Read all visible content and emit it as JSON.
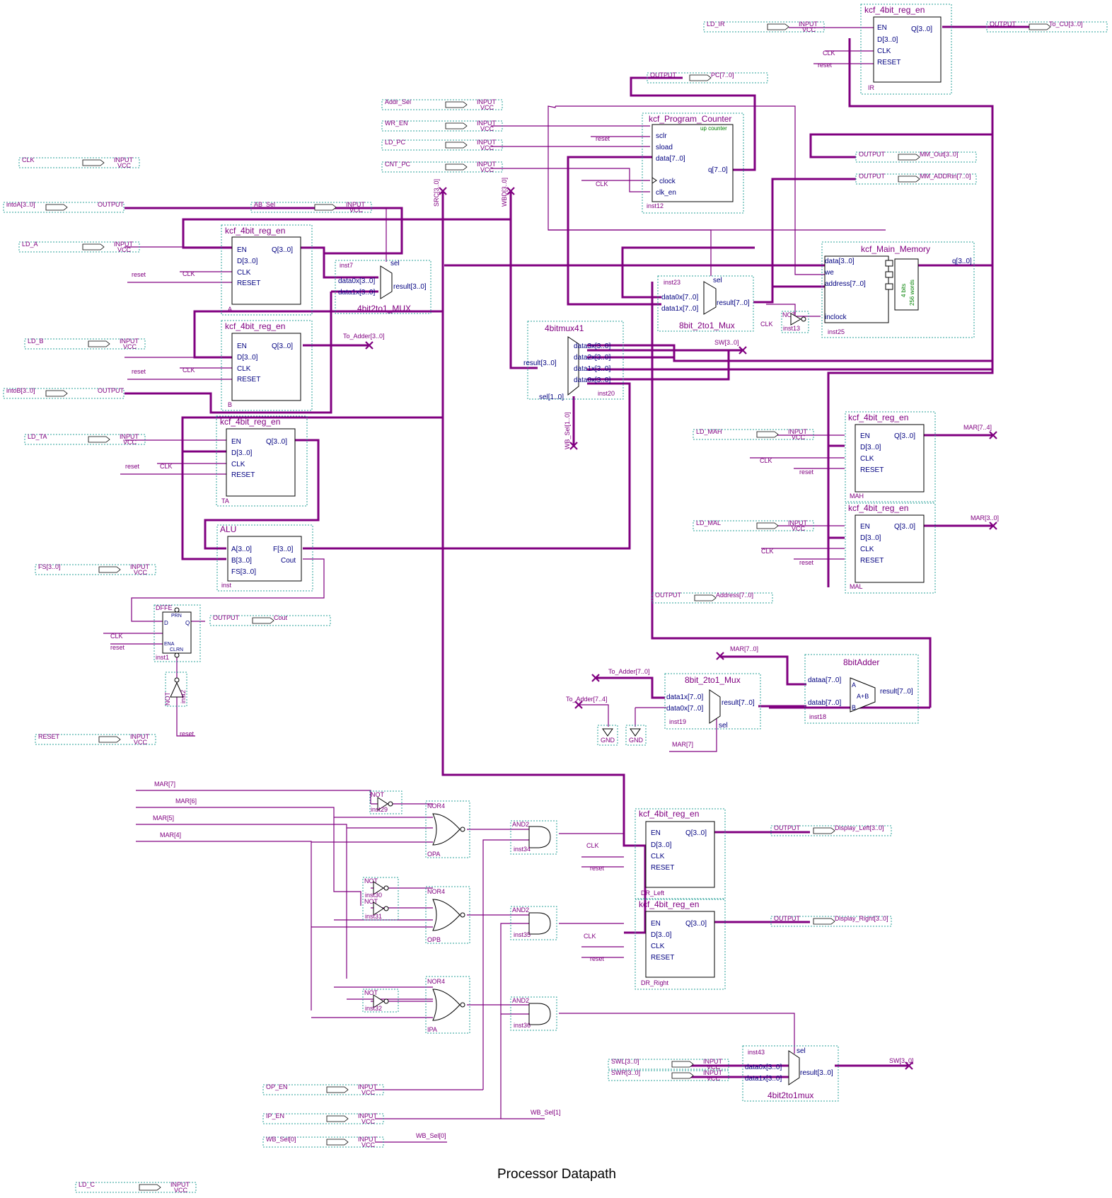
{
  "diagram_title": "Processor Datapath",
  "pin_kind": {
    "input": "INPUT",
    "vcc": "VCC",
    "output": "OUTPUT",
    "gnd": "GND"
  },
  "input_pins": {
    "ld_ir": "LD_IR",
    "addr_sel": "Addr_Sel",
    "wr_en": "WR_EN",
    "ld_pc": "LD_PC",
    "cnt_pc": "CNT_PC",
    "clk": "CLK",
    "ab_sel": "AB_Sel",
    "ld_a": "LD_A",
    "ld_b": "LD_B",
    "ld_ta": "LD_TA",
    "fs": "FS[3..0]",
    "reset": "RESET",
    "ld_mah": "LD_MAH",
    "ld_mal": "LD_MAL",
    "op_en": "OP_EN",
    "ip_en": "IP_EN",
    "wb_sel0": "WB_Sel[0]",
    "swl": "SWL[3..0]",
    "swr": "SWR[3..0]",
    "ld_c": "LD_C"
  },
  "output_pins": {
    "to_cu": "To_CU[3..0]",
    "pc": "PC[7..0]",
    "mm_out": "MM_Out[3..0]",
    "mm_addrin": "MM_ADDRin[7..0]",
    "intoa": "intoA[3..0]",
    "intob": "intoB[3..0]",
    "cout": "Cout",
    "address": "Address[7..0]",
    "display_left": "Display_Left[3..0]",
    "display_right": "Display_Right[3..0]"
  },
  "net_labels": {
    "clk": "CLK",
    "reset": "reset",
    "src": "SRC[3..0]",
    "wbd": "WBD[3..0]",
    "to_adder30": "To_Adder[3..0]",
    "sw30": "SW[3..0]",
    "wb_sel10": "WB_Sel[1..0]",
    "mar74": "MAR[7..4]",
    "mar30": "MAR[3..0]",
    "mar70": "MAR[7..0]",
    "to_adder70": "To_Adder[7..0]",
    "to_adder74": "To_Adder[7..4]",
    "mar7": "MAR[7]",
    "mar6": "MAR[6]",
    "mar5": "MAR[5]",
    "mar4": "MAR[4]",
    "wb_sel1": "WB_Sel[1]",
    "wb_sel0": "WB_Sel[0]"
  },
  "reg": {
    "type": "kcf_4bit_reg_en",
    "ports": {
      "en": "EN",
      "d": "D[3..0]",
      "clk": "CLK",
      "reset": "RESET",
      "q": "Q[3..0]"
    },
    "names": {
      "ir": "IR",
      "a": "A",
      "b": "B",
      "ta": "TA",
      "mah": "MAH",
      "mal": "MAL",
      "drl": "DR_Left",
      "drr": "DR_Right"
    }
  },
  "pc_block": {
    "title": "kcf_Program_Counter",
    "sub": "up counter",
    "sclr": "sclr",
    "sload": "sload",
    "data": "data[7..0]",
    "q": "q[7..0]",
    "clock": "clock",
    "clk_en": "clk_en",
    "inst": "inst12"
  },
  "mem": {
    "title": "kcf_Main_Memory",
    "data": "data[3..0]",
    "we": "we",
    "address": "address[7..0]",
    "inclock": "inclock",
    "q": "q[3..0]",
    "bits": "4 bits",
    "words": "256 words",
    "inst": "inst25"
  },
  "mux4": {
    "title": "4bit2to1_MUX",
    "sel": "sel",
    "d0": "data0x[3..0]",
    "d1": "data1x[3..0]",
    "res": "result[3..0]",
    "inst": "inst7"
  },
  "mux8a": {
    "title": "8bit_2to1_Mux",
    "sel": "sel",
    "d0": "data0x[7..0]",
    "d1": "data1x[7..0]",
    "res": "result[7..0]",
    "inst": "inst23"
  },
  "mux41": {
    "title": "4bitmux41",
    "d3": "data3x[3..0]",
    "d2": "data2x[3..0]",
    "d1": "data1x[3..0]",
    "d0": "data0x[3..0]",
    "res": "result[3..0]",
    "sel": "sel[1..0]",
    "inst": "inst20"
  },
  "alu": {
    "title": "ALU",
    "a": "A[3..0]",
    "b": "B[3..0]",
    "fs": "FS[3..0]",
    "f": "F[3..0]",
    "cout": "Cout",
    "inst": "inst"
  },
  "dff": {
    "title": "DFFE",
    "prn": "PRN",
    "d": "D",
    "q": "Q",
    "ena": "ENA",
    "clrn": "CLRN",
    "inst": "inst1"
  },
  "not_gate": "NOT",
  "nor_gate": "NOR4",
  "and_gate": "AND2",
  "gate_inst": {
    "n1": "inst2",
    "n2": "inst13",
    "n3": "inst29",
    "n4": "inst30",
    "n5": "inst31",
    "n6": "inst32",
    "opa": "OPA",
    "opb": "OPB",
    "ipa": "IPA",
    "a34": "inst34",
    "a35": "inst35",
    "a36": "inst36"
  },
  "mux8b": {
    "title": "8bit_2to1_Mux",
    "d1": "data1x[7..0]",
    "d0": "data0x[7..0]",
    "res": "result[7..0]",
    "sel": "sel",
    "inst": "inst19"
  },
  "adder": {
    "title": "8bitAdder",
    "a": "dataa[7..0]",
    "b": "datab[7..0]",
    "res": "result[7..0]",
    "op": "A+B",
    "pa": "A",
    "pb": "B",
    "inst": "inst18"
  },
  "mux4b": {
    "title": "4bit2to1mux",
    "sel": "sel",
    "d0": "data0x[3..0]",
    "d1": "data1x[3..0]",
    "res": "result[3..0]",
    "inst": "inst43"
  }
}
